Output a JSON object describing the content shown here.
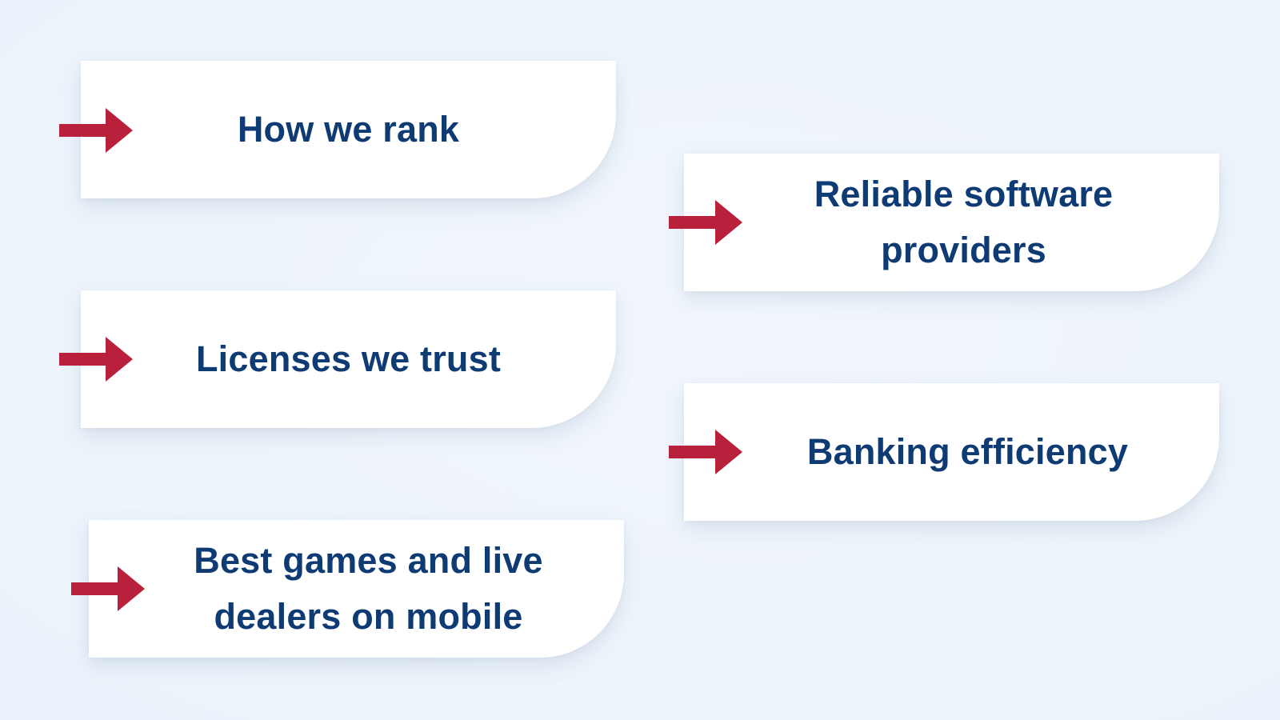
{
  "colors": {
    "arrow": "#b8203b",
    "text": "#0f3b74",
    "card": "#ffffff",
    "background": "#eef4fb"
  },
  "items": [
    {
      "label": "How we rank",
      "icon": "arrow-right-icon"
    },
    {
      "label": "Reliable software providers",
      "icon": "arrow-right-icon"
    },
    {
      "label": "Licenses we trust",
      "icon": "arrow-right-icon"
    },
    {
      "label": "Banking efficiency",
      "icon": "arrow-right-icon"
    },
    {
      "label": "Best games and live dealers on mobile",
      "icon": "arrow-right-icon"
    }
  ]
}
